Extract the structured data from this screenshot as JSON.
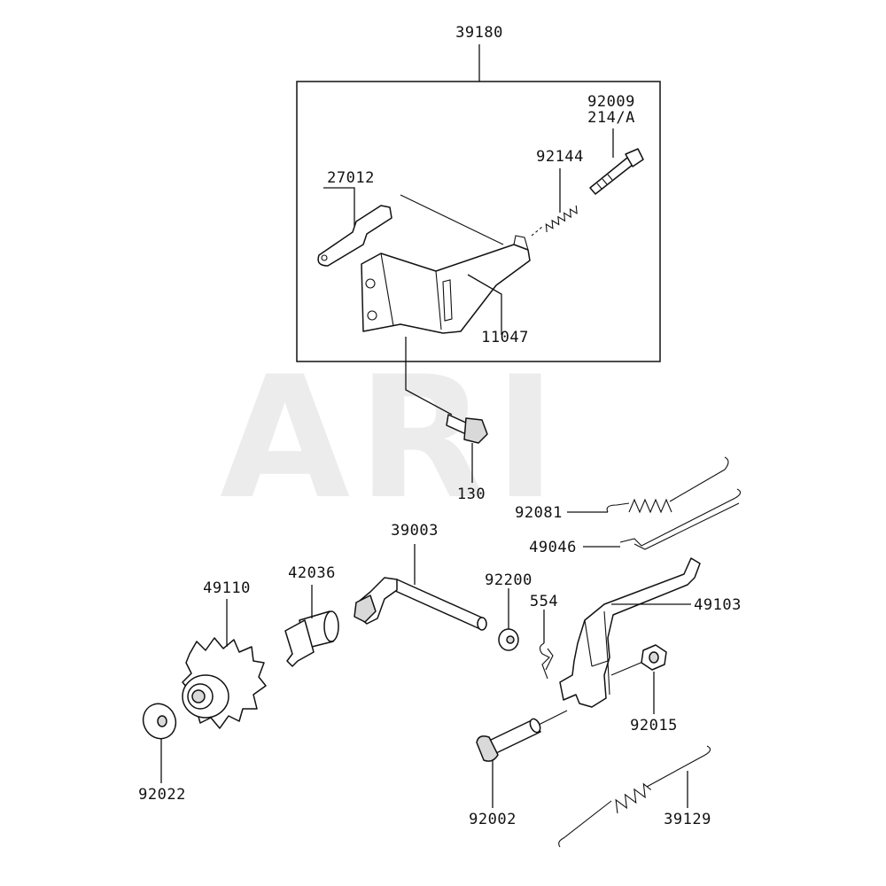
{
  "watermark": "ARI",
  "parts": {
    "p39180": "39180",
    "p92009": "92009",
    "p214a": "214/A",
    "p92144": "92144",
    "p27012": "27012",
    "p11047": "11047",
    "p130": "130",
    "p92081": "92081",
    "p49046": "49046",
    "p39003": "39003",
    "p42036": "42036",
    "p49110": "49110",
    "p92200": "92200",
    "p554": "554",
    "p49103": "49103",
    "p92015": "92015",
    "p92022": "92022",
    "p92002": "92002",
    "p39129": "39129"
  }
}
